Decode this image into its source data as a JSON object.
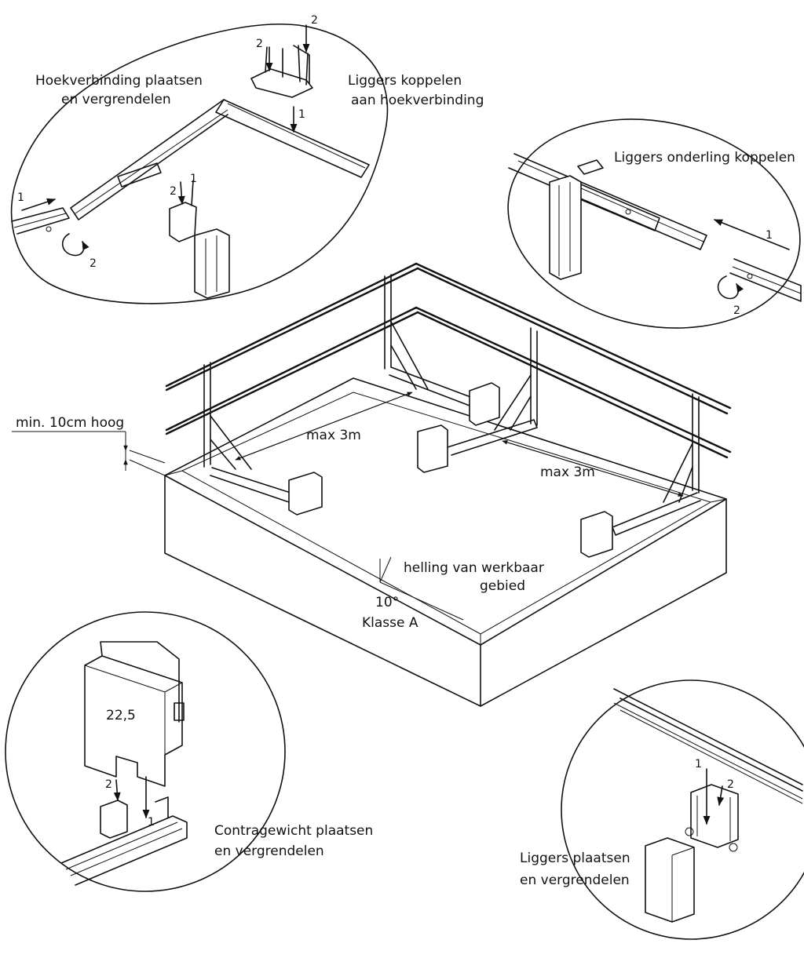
{
  "labels": {
    "corner_place": [
      "Hoekverbinding plaatsen",
      "en vergrendelen"
    ],
    "couple_corner": [
      "Liggers koppelen",
      "aan hoekverbinding"
    ],
    "couple_mutual": "Liggers onderling koppelen",
    "min_height": "min. 10cm hoog",
    "max_left": "max 3m",
    "max_right": "max 3m",
    "slope": [
      "helling van werkbaar",
      "gebied"
    ],
    "angle": "10°",
    "klasse": "Klasse A",
    "counterweight_place": [
      "Contragewicht plaatsen",
      "en vergrendelen"
    ],
    "weight_value": "22,5",
    "beams_place": [
      "Liggers plaatsen",
      "en vergrendelen"
    ]
  },
  "steps": {
    "one": "1",
    "two": "2"
  }
}
